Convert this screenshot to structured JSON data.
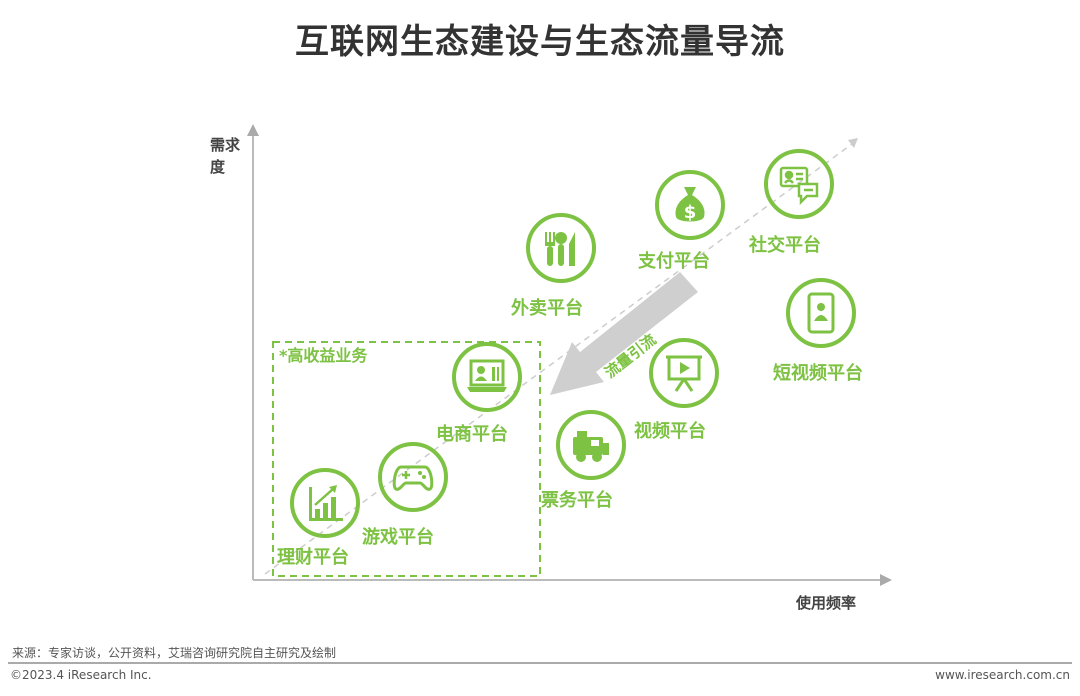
{
  "title": "互联网生态建设与生态流量导流",
  "axes": {
    "y_label": "需求度",
    "x_label": "使用频率"
  },
  "box_label": "*高收益业务",
  "flow_label": "流量引流",
  "platforms": [
    {
      "label": "外卖平台",
      "icon": "cutlery-icon"
    },
    {
      "label": "支付平台",
      "icon": "money-bag-icon"
    },
    {
      "label": "社交平台",
      "icon": "chat-contact-icon"
    },
    {
      "label": "短视频平台",
      "icon": "phone-video-icon"
    },
    {
      "label": "视频平台",
      "icon": "video-screen-icon"
    },
    {
      "label": "票务平台",
      "icon": "train-icon"
    },
    {
      "label": "电商平台",
      "icon": "laptop-shop-icon"
    },
    {
      "label": "游戏平台",
      "icon": "gamepad-icon"
    },
    {
      "label": "理财平台",
      "icon": "growth-chart-icon"
    }
  ],
  "footer": {
    "source": "来源：专家访谈，公开资料，艾瑞咨询研究院自主研究及绘制",
    "copyright": "©2023.4 iResearch Inc.",
    "website": "www.iresearch.com.cn"
  },
  "colors": {
    "accent": "#7dc242",
    "axis": "#bbbbbb"
  }
}
